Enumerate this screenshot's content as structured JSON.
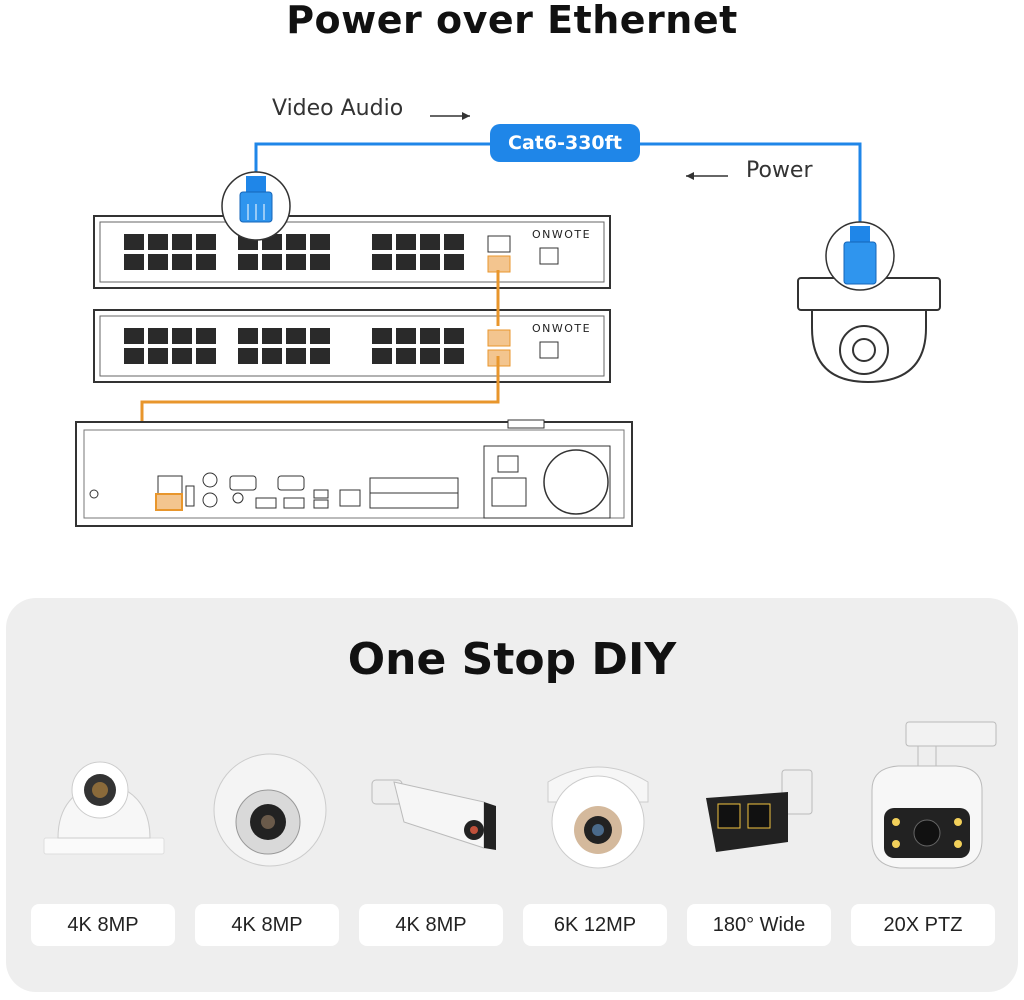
{
  "header": {
    "title": "Power over Ethernet"
  },
  "diagram": {
    "video_audio_label": "Video Audio",
    "cable_label": "Cat6-330ft",
    "power_label": "Power",
    "switch_brand": "ONWOTE",
    "colors": {
      "cable": "#1f86e8",
      "link": "#e8962c"
    }
  },
  "section": {
    "title": "One Stop DIY",
    "products": [
      {
        "label": "4K 8MP",
        "icon": "turret-camera-icon"
      },
      {
        "label": "4K 8MP",
        "icon": "dome-camera-icon"
      },
      {
        "label": "4K 8MP",
        "icon": "bullet-camera-icon"
      },
      {
        "label": "6K 12MP",
        "icon": "turret-camera-icon"
      },
      {
        "label": "180° Wide",
        "icon": "dual-lens-camera-icon"
      },
      {
        "label": "20X PTZ",
        "icon": "ptz-camera-icon"
      }
    ]
  }
}
